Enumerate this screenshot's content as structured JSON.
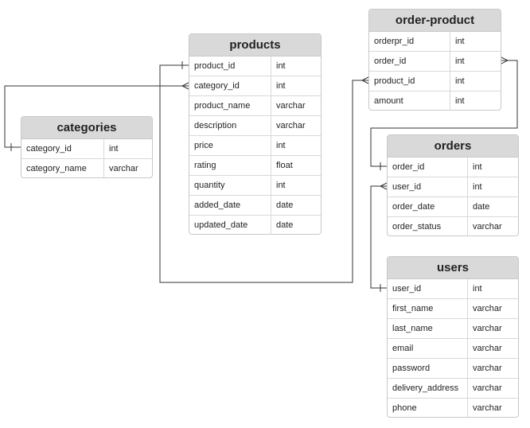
{
  "entities": [
    {
      "id": "categories",
      "title": "categories",
      "fields": [
        {
          "name": "category_id",
          "type": "int"
        },
        {
          "name": "category_name",
          "type": "varchar"
        }
      ]
    },
    {
      "id": "products",
      "title": "products",
      "fields": [
        {
          "name": "product_id",
          "type": "int"
        },
        {
          "name": "category_id",
          "type": "int"
        },
        {
          "name": "product_name",
          "type": "varchar"
        },
        {
          "name": "description",
          "type": "varchar"
        },
        {
          "name": "price",
          "type": "int"
        },
        {
          "name": "rating",
          "type": "float"
        },
        {
          "name": "quantity",
          "type": "int"
        },
        {
          "name": "added_date",
          "type": "date"
        },
        {
          "name": "updated_date",
          "type": "date"
        }
      ]
    },
    {
      "id": "order-product",
      "title": "order-product",
      "fields": [
        {
          "name": "orderpr_id",
          "type": "int"
        },
        {
          "name": "order_id",
          "type": "int"
        },
        {
          "name": "product_id",
          "type": "int"
        },
        {
          "name": "amount",
          "type": "int"
        }
      ]
    },
    {
      "id": "orders",
      "title": "orders",
      "fields": [
        {
          "name": "order_id",
          "type": "int"
        },
        {
          "name": "user_id",
          "type": "int"
        },
        {
          "name": "order_date",
          "type": "date"
        },
        {
          "name": "order_status",
          "type": "varchar"
        }
      ]
    },
    {
      "id": "users",
      "title": "users",
      "fields": [
        {
          "name": "user_id",
          "type": "int"
        },
        {
          "name": "first_name",
          "type": "varchar"
        },
        {
          "name": "last_name",
          "type": "varchar"
        },
        {
          "name": "email",
          "type": "varchar"
        },
        {
          "name": "password",
          "type": "varchar"
        },
        {
          "name": "delivery_address",
          "type": "varchar"
        },
        {
          "name": "phone",
          "type": "varchar"
        }
      ]
    }
  ],
  "relationships": [
    {
      "one": "categories.category_id",
      "many": "products.category_id"
    },
    {
      "one": "products.product_id",
      "many": "order-product.product_id"
    },
    {
      "one": "orders.order_id",
      "many": "order-product.order_id"
    },
    {
      "one": "users.user_id",
      "many": "orders.user_id"
    }
  ]
}
